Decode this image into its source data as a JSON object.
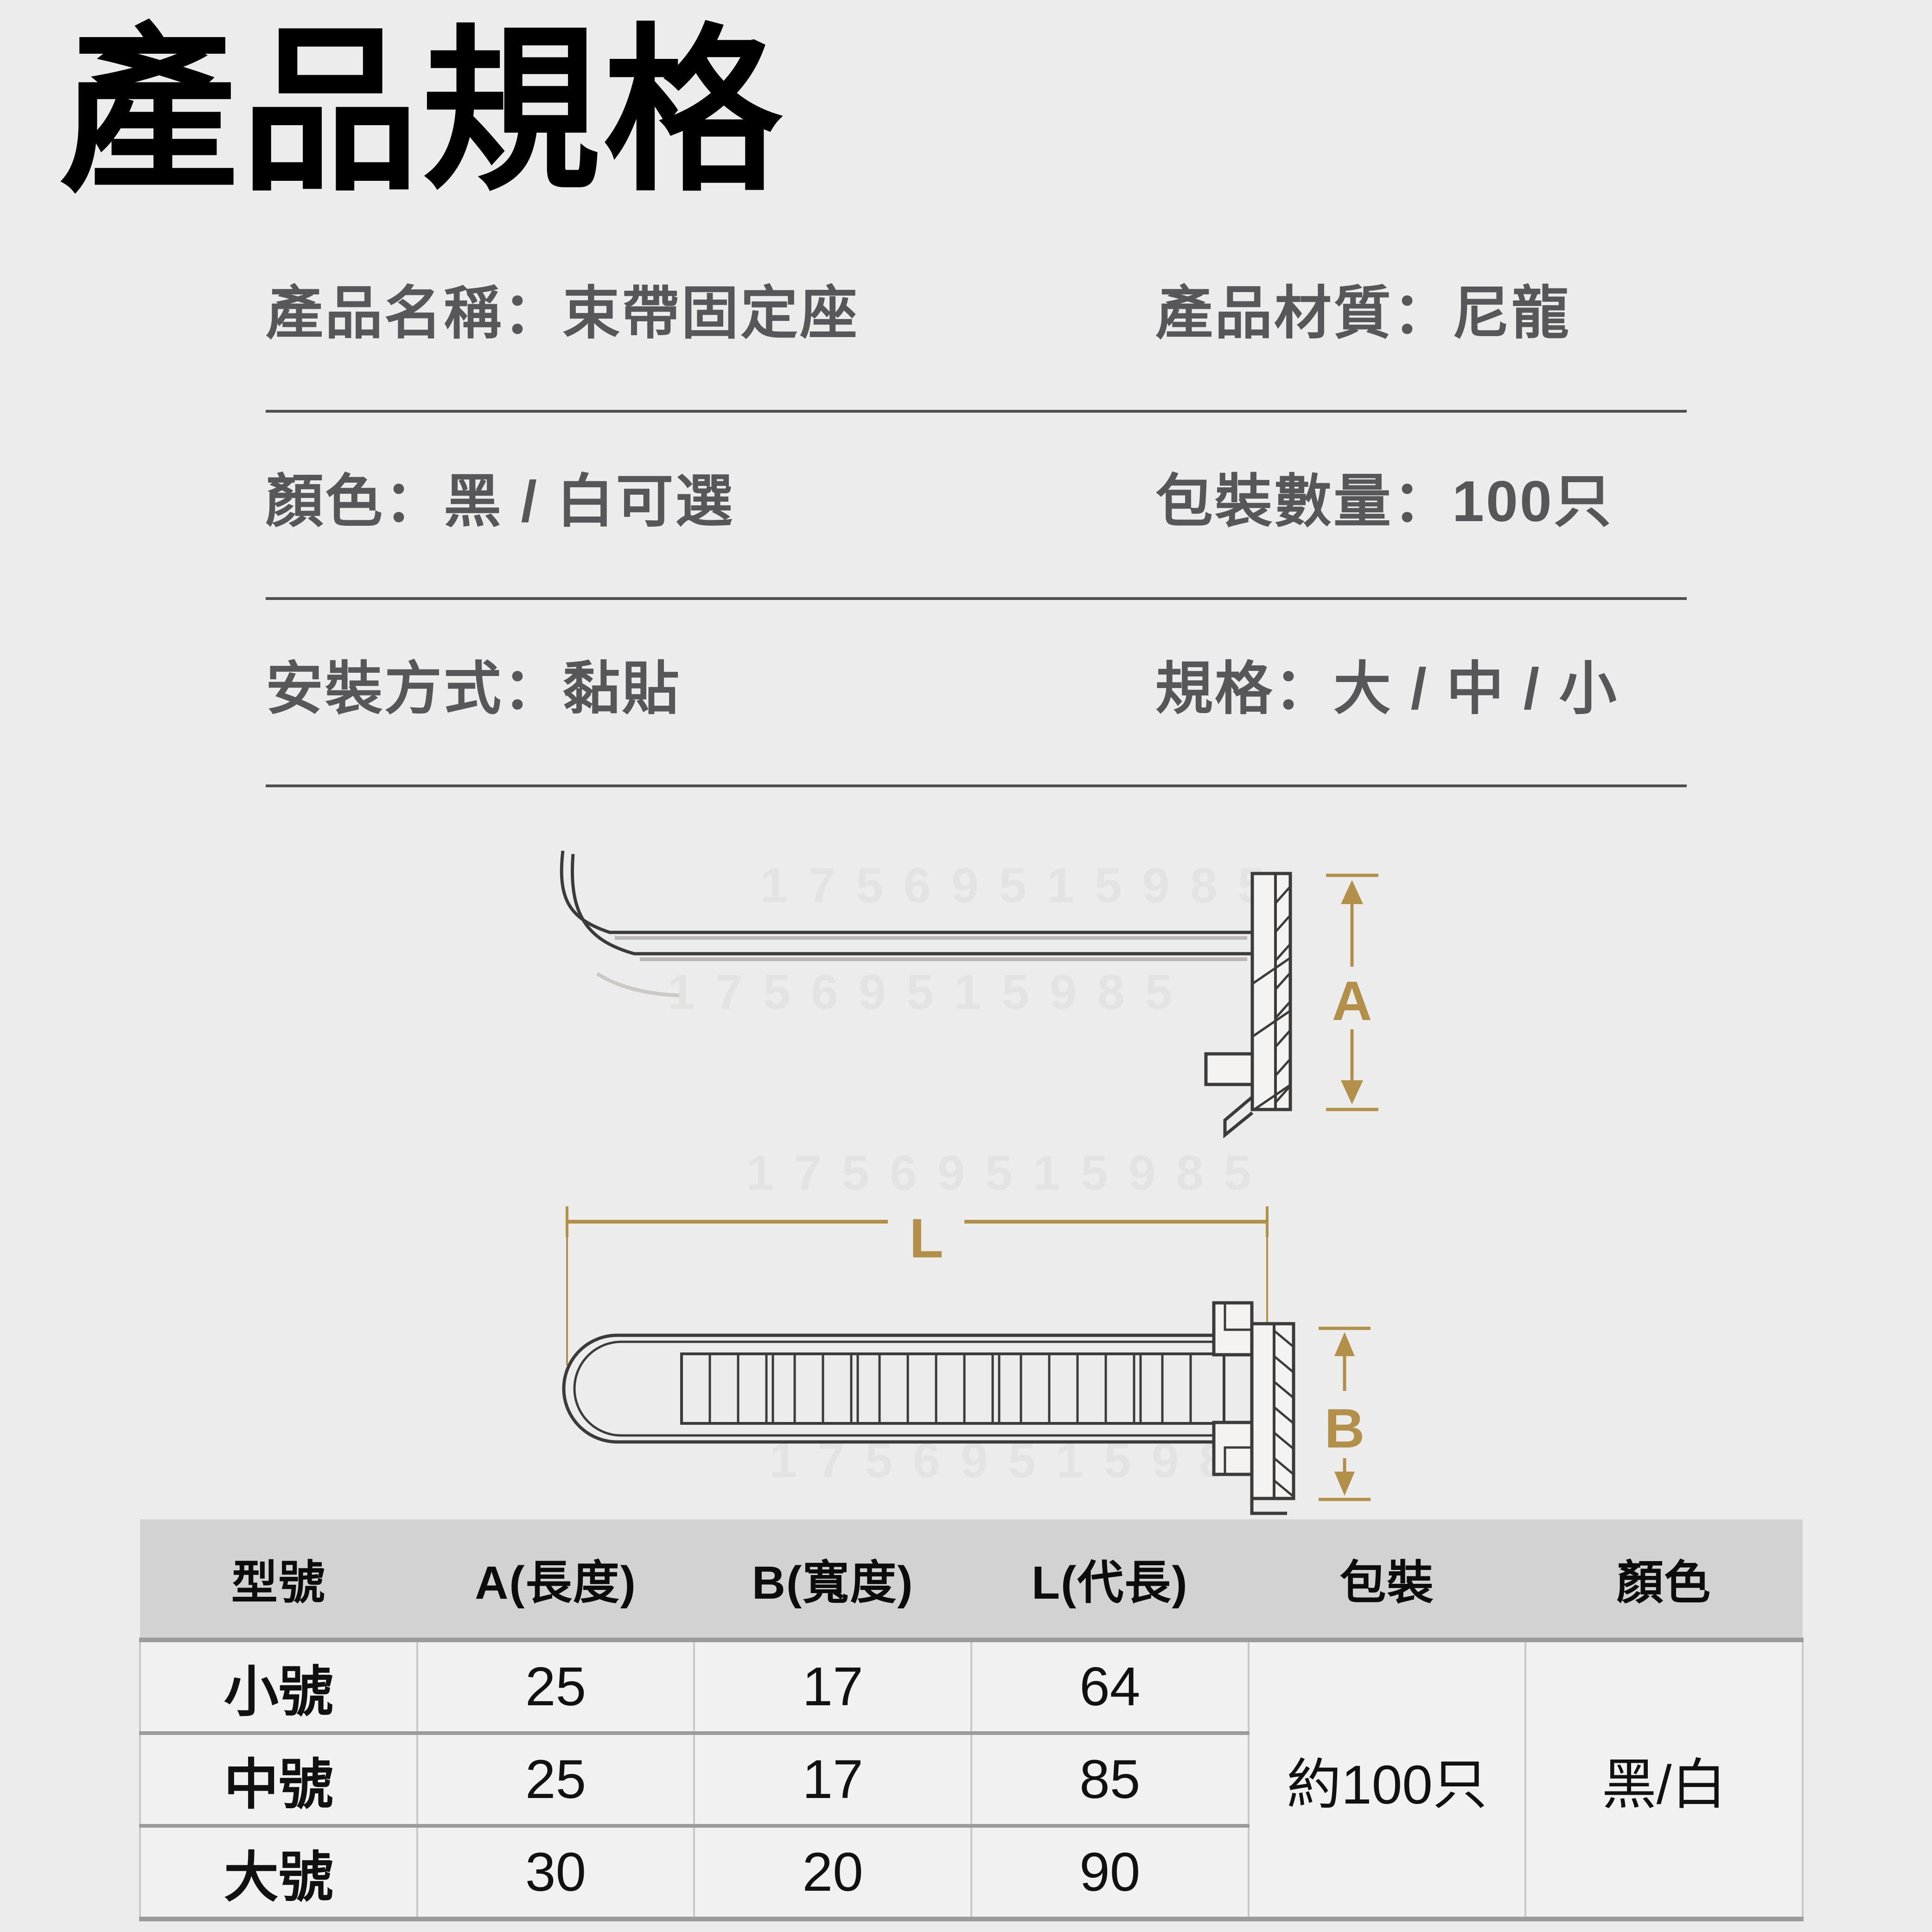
{
  "header": {
    "title": "產品規格"
  },
  "info": {
    "rows": [
      {
        "left": "產品名稱：束帶固定座",
        "right": "產品材質：尼龍"
      },
      {
        "left": "顏色：黑 / 白可選",
        "right": "包裝數量：100只"
      },
      {
        "left": "安裝方式：黏貼",
        "right": "規格：大 / 中 / 小"
      }
    ]
  },
  "diagram": {
    "label_a": "A",
    "label_b": "B",
    "label_l": "L",
    "accent_color": "#b2904a",
    "line_color": "#3b3b3b"
  },
  "watermark": {
    "text": "17569515985"
  },
  "table": {
    "headers": [
      "型號",
      "A(長度)",
      "B(寬度)",
      "L(代長)",
      "包裝",
      "顏色"
    ],
    "rows": [
      [
        "小號",
        "25",
        "17",
        "64"
      ],
      [
        "中號",
        "25",
        "17",
        "85"
      ],
      [
        "大號",
        "30",
        "20",
        "90"
      ]
    ],
    "package_all": "約100只",
    "color_all": "黑/白"
  },
  "colors": {
    "background": "#ececec",
    "info_text": "#57575a",
    "divider": "#4f4f4f",
    "table_header_bg": "#d2d2d2",
    "table_cell_bg": "#f1f1f1",
    "table_line_dark": "#9b9b9b",
    "table_line_light": "#c9c9c9",
    "accent_gold": "#b2904a",
    "drawing_line": "#3b3b3b"
  }
}
